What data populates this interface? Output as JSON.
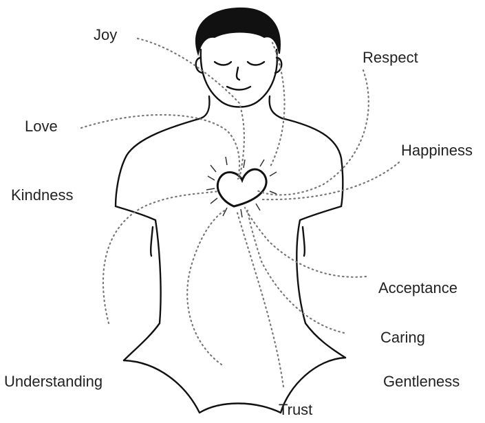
{
  "labels": {
    "joy": "Joy",
    "respect": "Respect",
    "love": "Love",
    "happiness": "Happiness",
    "kindness": "Kindness",
    "acceptance": "Acceptance",
    "caring": "Caring",
    "understanding": "Understanding",
    "gentleness": "Gentleness",
    "trust": "Trust"
  },
  "colors": {
    "figure": "#111111",
    "dots": "#777777",
    "text": "#222222"
  },
  "icons": {
    "heart": "radiating-heart-icon",
    "person": "meditating-person-illustration"
  }
}
